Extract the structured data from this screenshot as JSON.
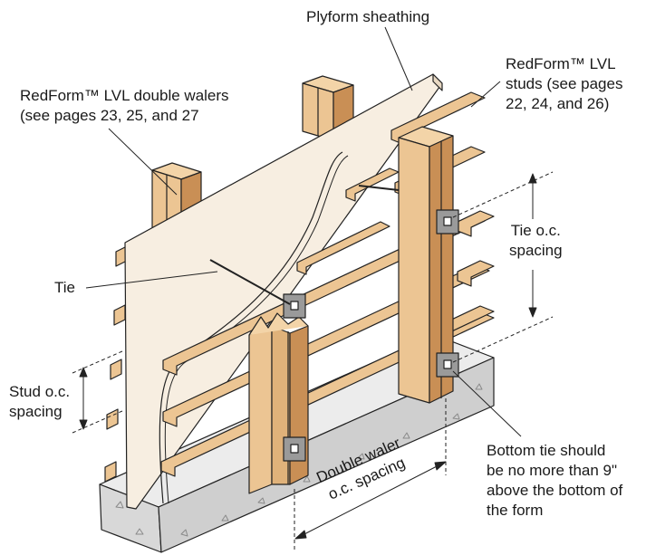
{
  "labels": {
    "plyform": "Plyform sheathing",
    "studs": "RedForm™ LVL\nstuds (see pages\n22, 24, and 26)",
    "walers": "RedForm™ LVL double walers\n(see pages 23, 25, and 27",
    "tie": "Tie",
    "tie_spacing": "Tie o.c.\nspacing",
    "stud_spacing": "Stud o.c.\nspacing",
    "bottom_tie": "Bottom tie should\nbe no more than 9\"\nabove the bottom of\nthe form",
    "waler_spacing": "Double waler\no.c. spacing"
  },
  "colors": {
    "lumber": "#ecc593",
    "lumber_dark": "#c98f55",
    "sheathing": "#f7eee1",
    "concrete": "#d8d8d8",
    "concrete_dark": "#9c9c9c",
    "tie_plate": "#9a9a9a",
    "line": "#222222"
  },
  "icons": {
    "tie_plate": "square-plate-with-slot"
  }
}
